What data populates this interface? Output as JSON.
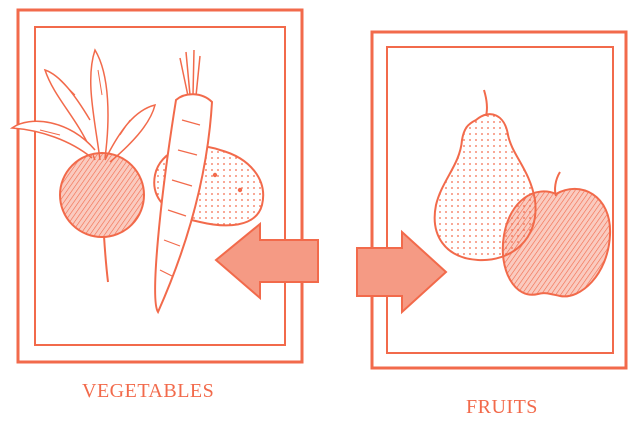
{
  "colors": {
    "accent": "#f26a4b",
    "arrow_fill": "#f59a84",
    "background": "#ffffff"
  },
  "panels": [
    {
      "caption": "VEGETABLES",
      "items": [
        "beet",
        "carrot",
        "potato"
      ]
    },
    {
      "caption": "FRUITS",
      "items": [
        "pear",
        "apple"
      ]
    }
  ],
  "arrows": [
    {
      "icon": "arrow-left-icon",
      "direction": "left"
    },
    {
      "icon": "arrow-right-icon",
      "direction": "right"
    }
  ]
}
